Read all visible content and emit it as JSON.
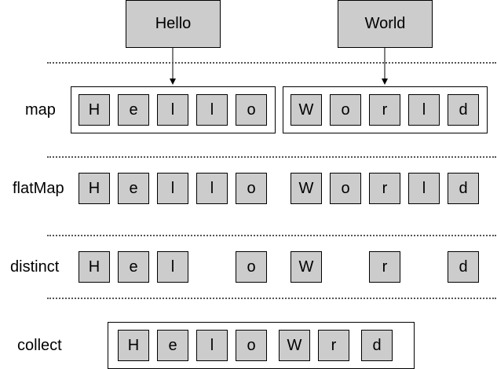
{
  "inputs": [
    "Hello",
    "World"
  ],
  "rows": {
    "map": {
      "label": "map",
      "cells": [
        "H",
        "e",
        "l",
        "l",
        "o",
        "W",
        "o",
        "r",
        "l",
        "d"
      ]
    },
    "flatMap": {
      "label": "flatMap",
      "cells": [
        "H",
        "e",
        "l",
        "l",
        "o",
        "W",
        "o",
        "r",
        "l",
        "d"
      ]
    },
    "distinct": {
      "label": "distinct",
      "cells": [
        "H",
        "e",
        "l",
        "o",
        "W",
        "r",
        "d"
      ]
    },
    "collect": {
      "label": "collect",
      "cells": [
        "H",
        "e",
        "l",
        "o",
        "W",
        "r",
        "d"
      ]
    }
  }
}
